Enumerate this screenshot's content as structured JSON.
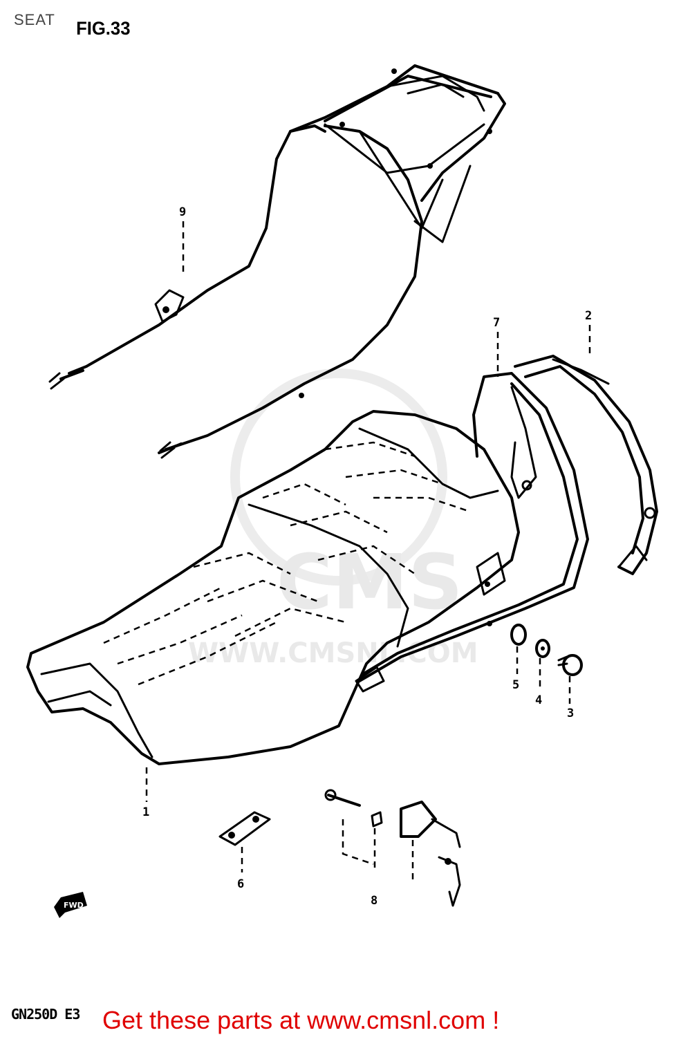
{
  "header": {
    "title": "SEAT",
    "figure": "FIG.33"
  },
  "model_code": "GN250D  E3",
  "footer_text": "Get these parts at www.cmsnl.com !",
  "watermark": {
    "brand": "CMS",
    "url": "WWW.CMSNL.COM"
  },
  "front_marker": "FWD",
  "callouts": [
    "1",
    "2",
    "3",
    "4",
    "5",
    "6",
    "7",
    "8",
    "9"
  ],
  "colors": {
    "footer": "#e00000",
    "line": "#000000",
    "watermark": "#e9e9e9"
  }
}
